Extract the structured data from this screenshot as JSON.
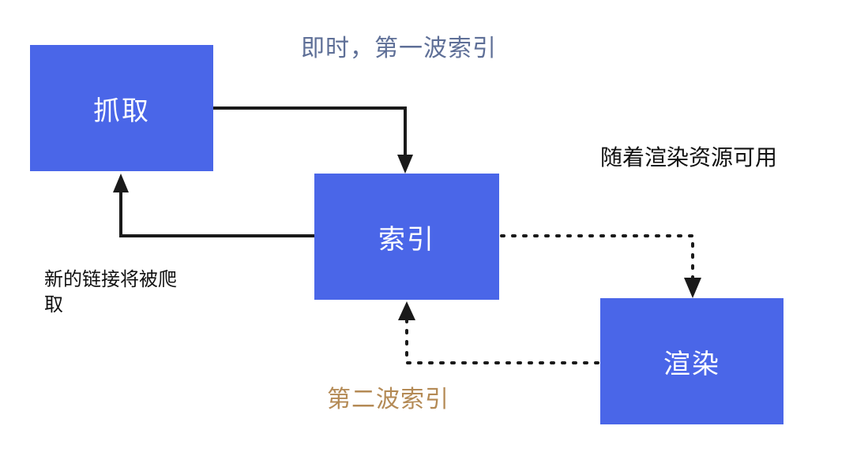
{
  "nodes": {
    "fetch": "抓取",
    "index": "索引",
    "render": "渲染"
  },
  "labels": {
    "first_wave": "即时，第一波索引",
    "second_wave": "第二波索引",
    "resources_available": "随着渲染资源可用",
    "new_links_crawled": "新的链接将被爬取"
  },
  "colors": {
    "box_fill": "#4a66e8",
    "first_wave_text": "#5e6f97",
    "second_wave_text": "#b48a55",
    "arrow": "#1a1a1a"
  },
  "edges": [
    {
      "from": "fetch",
      "to": "index",
      "style": "solid"
    },
    {
      "from": "index",
      "to": "fetch",
      "style": "solid"
    },
    {
      "from": "index",
      "to": "render",
      "style": "dotted"
    },
    {
      "from": "render",
      "to": "index",
      "style": "dotted"
    }
  ]
}
